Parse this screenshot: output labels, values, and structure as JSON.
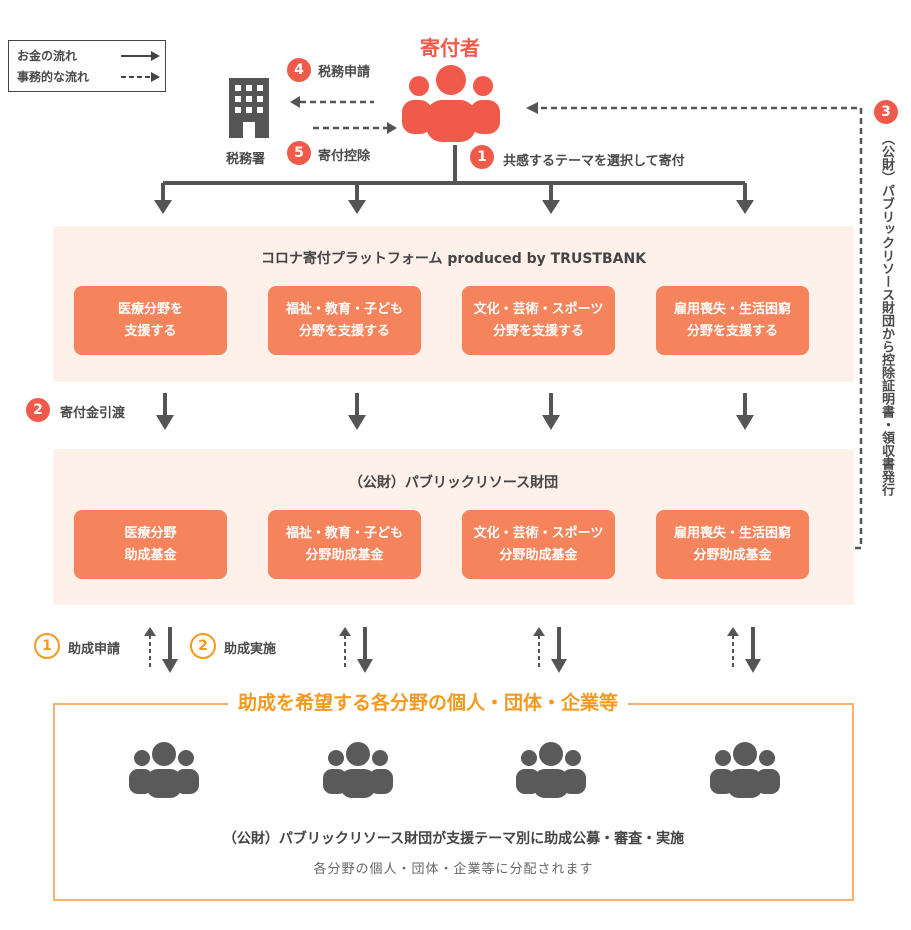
{
  "legend": {
    "money_flow": "お金の流れ",
    "admin_flow": "事務的な流れ"
  },
  "donor": {
    "title": "寄付者"
  },
  "tax_office": {
    "label": "税務署"
  },
  "steps": {
    "tax_filing": {
      "num": "4",
      "label": "税務申請"
    },
    "tax_deduction": {
      "num": "5",
      "label": "寄付控除"
    },
    "select_theme": {
      "num": "1",
      "label": "共感するテーマを選択して寄付"
    },
    "transfer": {
      "num": "2",
      "label": "寄付金引渡"
    },
    "certificate": {
      "num": "3",
      "label": "（公財）パブリックリソース財団から控除証明書・領収書発行"
    },
    "grant_apply": {
      "num": "1",
      "label": "助成申請"
    },
    "grant_execute": {
      "num": "2",
      "label": "助成実施"
    }
  },
  "platform": {
    "title": "コロナ寄付プラットフォーム produced by TRUSTBANK",
    "boxes": [
      {
        "line1": "医療分野を",
        "line2": "支援する"
      },
      {
        "line1": "福祉・教育・子ども",
        "line2": "分野を支援する"
      },
      {
        "line1": "文化・芸術・スポーツ",
        "line2": "分野を支援する"
      },
      {
        "line1": "雇用喪失・生活困窮",
        "line2": "分野を支援する"
      }
    ]
  },
  "foundation": {
    "title": "（公財）パブリックリソース財団",
    "boxes": [
      {
        "line1": "医療分野",
        "line2": "助成基金"
      },
      {
        "line1": "福祉・教育・子ども",
        "line2": "分野助成基金"
      },
      {
        "line1": "文化・芸術・スポーツ",
        "line2": "分野助成基金"
      },
      {
        "line1": "雇用喪失・生活困窮",
        "line2": "分野助成基金"
      }
    ]
  },
  "recipients": {
    "title": "助成を希望する各分野の個人・団体・企業等",
    "desc": "（公財）パブリックリソース財団が支援テーマ別に助成公募・審査・実施",
    "subdesc": "各分野の個人・団体・企業等に分配されます"
  },
  "colors": {
    "accent_red": "#f05a4a",
    "box_orange": "#f5845c",
    "panel_bg": "#fdf1ea",
    "recipient_orange": "#f39a1e",
    "arrow_gray": "#555555",
    "icon_gray": "#5a5a5a"
  }
}
